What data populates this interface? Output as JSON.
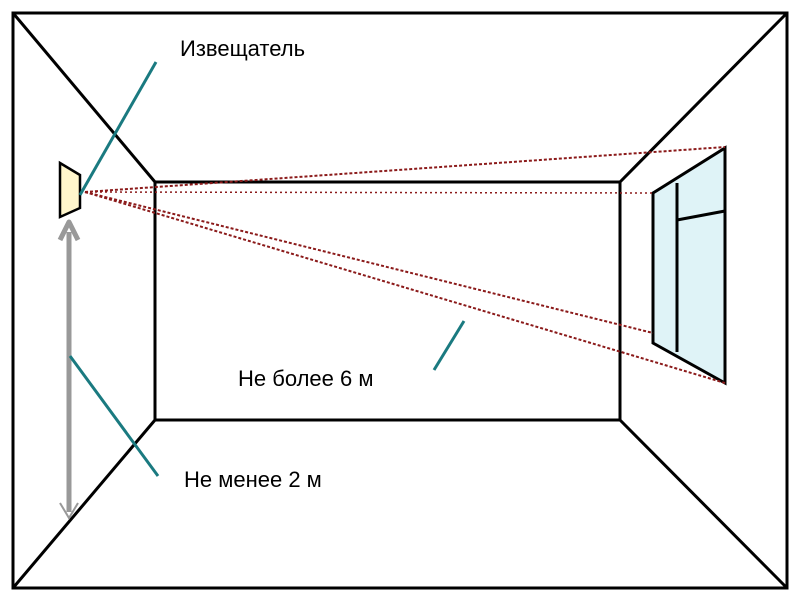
{
  "labels": {
    "detector": "Извещатель",
    "max_distance": "Не более 6 м",
    "min_height": "Не менее 2 м"
  },
  "colors": {
    "outline": "#000000",
    "leader": "#1a7a80",
    "beam": "#8b1a1a",
    "height_arrow": "#999999",
    "window_glass": "#dff3f7",
    "detector_fill": "#fff6cc"
  },
  "icons": {
    "detector": "detector-icon",
    "window": "window-icon",
    "height_arrow": "double-arrow-icon"
  }
}
